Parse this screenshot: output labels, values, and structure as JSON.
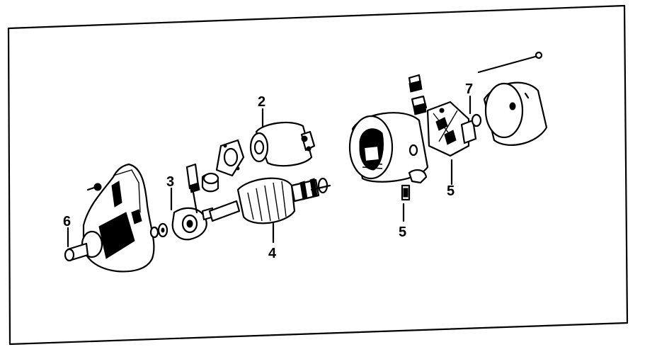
{
  "callouts": {
    "c2": "2",
    "c3": "3",
    "c4": "4",
    "c5a": "5",
    "c5b": "5",
    "c6": "6",
    "c7": "7"
  }
}
